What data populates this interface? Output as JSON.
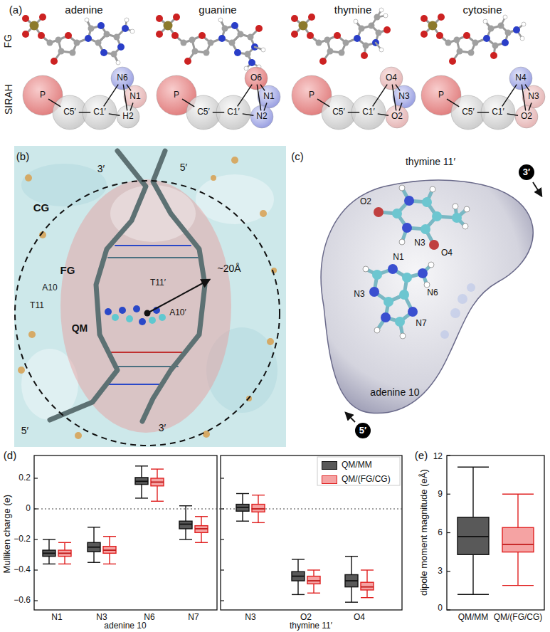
{
  "diagram": {
    "nodes": [
      {
        "text": [
          "P"
        ]
      },
      {
        "text": [
          "C5′"
        ]
      },
      {
        "text": [
          "C1′"
        ]
      },
      {
        "text": [
          "N6"
        ]
      },
      {
        "text": [
          "N1"
        ]
      },
      {
        "text": [
          "H2"
        ]
      },
      {
        "text": [
          "P"
        ]
      },
      {
        "text": [
          "C5′"
        ]
      },
      {
        "text": [
          "C1′"
        ]
      },
      {
        "text": [
          "O6"
        ]
      },
      {
        "text": [
          "N1"
        ]
      },
      {
        "text": [
          "N2"
        ]
      },
      {
        "text": [
          "P"
        ]
      },
      {
        "text": [
          "C5′"
        ]
      },
      {
        "text": [
          "C1′"
        ]
      },
      {
        "text": [
          "O4"
        ]
      },
      {
        "text": [
          "N3"
        ]
      },
      {
        "text": [
          "O2"
        ]
      },
      {
        "text": [
          "P"
        ]
      },
      {
        "text": [
          "C5′"
        ]
      },
      {
        "text": [
          "C1′"
        ]
      },
      {
        "text": [
          "N4"
        ]
      },
      {
        "text": [
          "N3"
        ]
      },
      {
        "text": [
          "O2"
        ]
      },
      {
        "text": [
          "3′"
        ]
      },
      {
        "text": [
          "5′"
        ]
      }
    ],
    "edges": [
      {
        "from": 0,
        "to": 1,
        "arrow": "none"
      },
      {
        "from": 1,
        "to": 2,
        "arrow": "none"
      },
      {
        "from": 2,
        "to": 3,
        "arrow": "none"
      },
      {
        "from": 2,
        "to": 5,
        "arrow": "none"
      },
      {
        "from": 3,
        "to": 4,
        "arrow": "none"
      },
      {
        "from": 4,
        "to": 5,
        "arrow": "none"
      },
      {
        "from": 3,
        "to": 5,
        "arrow": "none"
      },
      {
        "from": 6,
        "to": 7,
        "arrow": "none"
      },
      {
        "from": 7,
        "to": 8,
        "arrow": "none"
      },
      {
        "from": 8,
        "to": 9,
        "arrow": "none"
      },
      {
        "from": 8,
        "to": 11,
        "arrow": "none"
      },
      {
        "from": 9,
        "to": 10,
        "arrow": "none"
      },
      {
        "from": 10,
        "to": 11,
        "arrow": "none"
      },
      {
        "from": 9,
        "to": 11,
        "arrow": "none"
      },
      {
        "from": 12,
        "to": 13,
        "arrow": "none"
      },
      {
        "from": 13,
        "to": 14,
        "arrow": "none"
      },
      {
        "from": 14,
        "to": 15,
        "arrow": "none"
      },
      {
        "from": 14,
        "to": 17,
        "arrow": "none"
      },
      {
        "from": 15,
        "to": 16,
        "arrow": "none"
      },
      {
        "from": 16,
        "to": 17,
        "arrow": "none"
      },
      {
        "from": 15,
        "to": 17,
        "arrow": "none"
      },
      {
        "from": 18,
        "to": 19,
        "arrow": "none"
      },
      {
        "from": 19,
        "to": 20,
        "arrow": "none"
      },
      {
        "from": 20,
        "to": 21,
        "arrow": "none"
      },
      {
        "from": 20,
        "to": 23,
        "arrow": "none"
      },
      {
        "from": 21,
        "to": 22,
        "arrow": "none"
      },
      {
        "from": 22,
        "to": 23,
        "arrow": "none"
      },
      {
        "from": 21,
        "to": 23,
        "arrow": "none"
      }
    ],
    "labels": [
      "(a)",
      "adenine",
      "guanine",
      "thymine",
      "cytosine",
      "FG",
      "SIRAH",
      "(b)",
      "3′",
      "5′",
      "CG",
      "FG",
      "A10",
      "T11",
      "T11′",
      "A10′",
      "QM",
      "~20Å",
      "5′",
      "3′",
      "(c)",
      "thymine 11′",
      "O2",
      "N3",
      "O4",
      "N3",
      "N1",
      "N6",
      "N7",
      "adenine 10",
      "(d)",
      "Mulliken charge (e)",
      "0.2",
      "0",
      "−0.2",
      "−0.4",
      "−0.6",
      "N1",
      "N3",
      "N6",
      "N7",
      "adenine 10",
      "N3",
      "O2",
      "O4",
      "thymine 11′",
      "(e)",
      "dipole moment magnitude (eÅ)",
      "12",
      "9",
      "6",
      "3",
      "0",
      "QM/MM",
      "QM/(FG/CG)"
    ],
    "legend": [
      {
        "text": "QM/MM",
        "color": "#595959"
      },
      {
        "text": "QM/(FG/CG)",
        "color": "#f5a3a3"
      }
    ]
  }
}
